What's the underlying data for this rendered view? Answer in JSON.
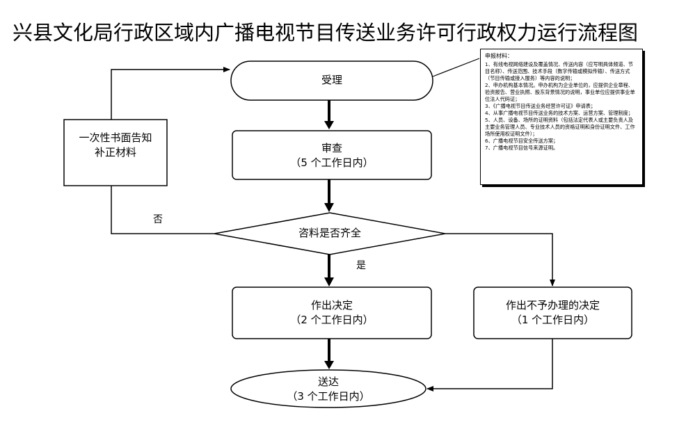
{
  "title": "兴县文化局行政区域内广播电视节目传送业务许可行政权力运行流程图",
  "nodes": {
    "accept": "受理",
    "review": {
      "line1": "审查",
      "line2": "（5 个工作日内）"
    },
    "notice": {
      "line1": "一次性书面告知",
      "line2": "补正材料"
    },
    "check": "咨料是否齐全",
    "decide": {
      "line1": "作出决定",
      "line2": "（2 个工作日内）"
    },
    "reject": {
      "line1": "作出不予办理的决定",
      "line2": "（1 个工作日内）"
    },
    "deliver": {
      "line1": "送达",
      "line2": "（3 个工作日内）"
    }
  },
  "labels": {
    "no": "否",
    "yes": "是"
  },
  "materials": {
    "title": "申报材料：",
    "items": [
      "1、有线电视网络建设及覆盖情况、传送内容（应写明具体频道、节目名称）、传送范围、技术手段（数字传输或模拟传输）、传送方式（节目传输或接入服务）等内容的说明；",
      "2、申办机构基本情况。申办机构为企业单位的，应提供企业章程、验资报告、营业执照、股东背景情况的说明，事业单位应提供事业单位法人代码证；",
      "3、《广播电视节目传送业务经营许可证》申请表；",
      "4、从事广播电视节目传送业务的技术方案、运营方案、管理制度；",
      "5、人员、设备、场所的证明资料（包括法定代表人或主要负责人及主要业务管理人员、专业技术人员的资格证明和身份证明文件、工作场所使用权证明文件）；",
      "6、广播电视节目安全传送方案；",
      "7、广播电视节目信号来源证明。"
    ]
  }
}
